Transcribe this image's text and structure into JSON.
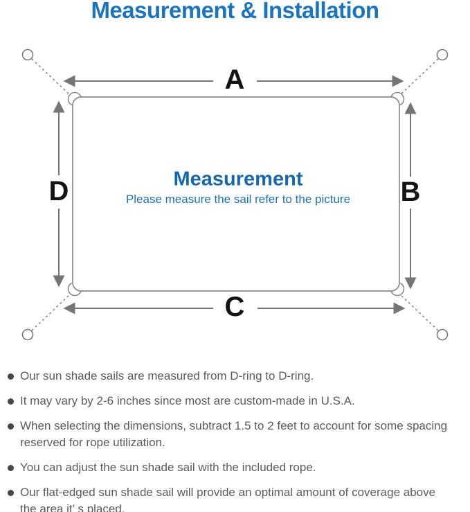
{
  "page": {
    "title": "Measurement & Installation",
    "accent_color": "#1b74bc",
    "background_color": "#ffffff"
  },
  "diagram": {
    "center_title": "Measurement",
    "center_subtitle": "Please measure the sail refer to the picture",
    "side_labels": {
      "top": "A",
      "right": "B",
      "bottom": "C",
      "left": "D"
    },
    "line_color": "#8a8a8a",
    "arrow_color": "#757575",
    "label_color": "#141414"
  },
  "notes": {
    "items": [
      {
        "text": "Our sun shade sails are measured from D-ring to D-ring."
      },
      {
        "text": "It may vary by 2-6 inches since most are custom-made in U.S.A."
      },
      {
        "text": "When selecting the dimensions, subtract 1.5 to 2 feet to account for some spacing\nreserved for rope utilization."
      },
      {
        "text": "You can adjust the sun shade sail with the included rope."
      },
      {
        "text": "Our flat-edged sun shade sail will provide an optimal amount of coverage above\nthe area it’ s placed."
      }
    ]
  }
}
